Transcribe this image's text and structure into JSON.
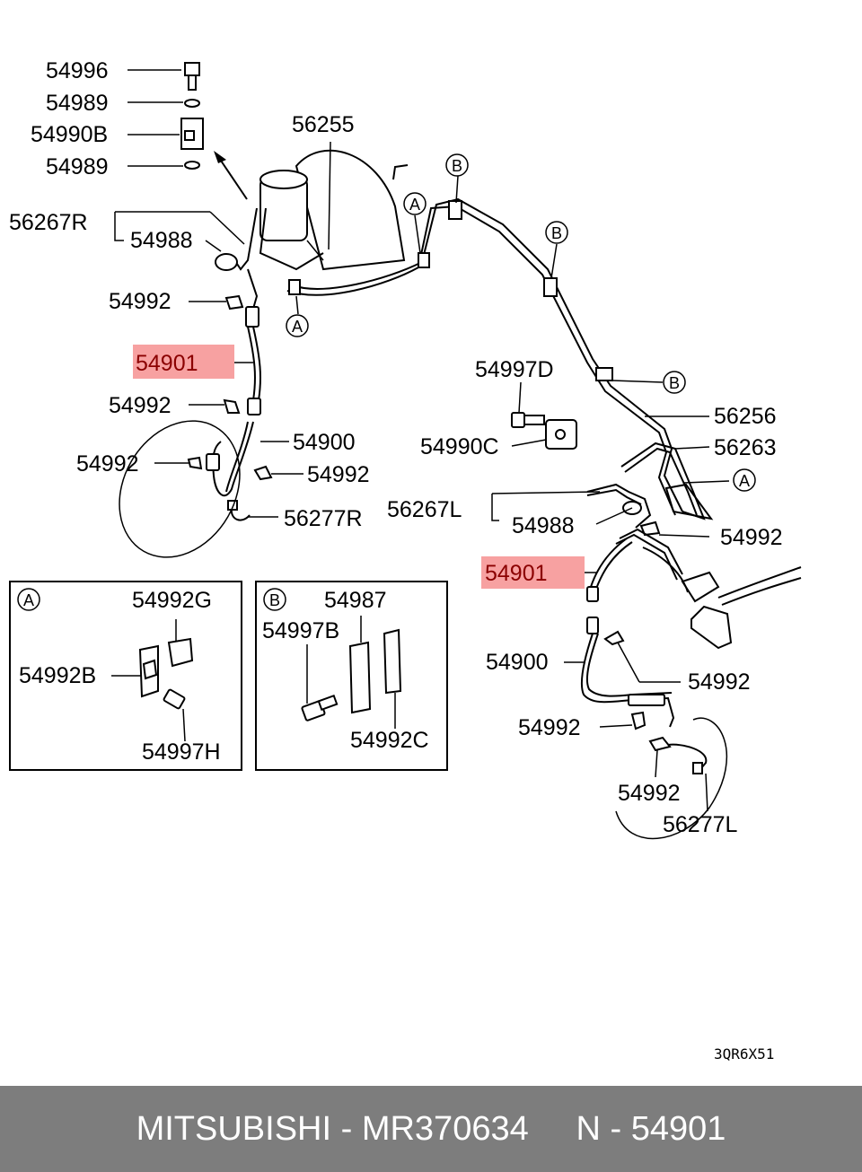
{
  "labels": {
    "p54996": "54996",
    "p54989_top": "54989",
    "p54990B": "54990B",
    "p54989_bot": "54989",
    "p56255": "56255",
    "p56267R": "56267R",
    "p54988_r": "54988",
    "p54992_1": "54992",
    "p54901_r": "54901",
    "p54992_2": "54992",
    "p54900_r": "54900",
    "p54992_3": "54992",
    "p54992_4": "54992",
    "p56277R": "56277R",
    "p54997D": "54997D",
    "p54990C": "54990C",
    "p56256": "56256",
    "p56263": "56263",
    "p56267L": "56267L",
    "p54988_l": "54988",
    "p54992_5": "54992",
    "p54901_l": "54901",
    "p54900_l": "54900",
    "p54992_6": "54992",
    "p54992_7": "54992",
    "p54992_8": "54992",
    "p56277L": "56277L",
    "boxA_54992G": "54992G",
    "boxA_54992B": "54992B",
    "boxA_54997H": "54997H",
    "boxB_54987": "54987",
    "boxB_54997B": "54997B",
    "boxB_54992C": "54992C",
    "ref_code": "3QR6X51"
  },
  "callouts": {
    "A": "A",
    "B": "B"
  },
  "highlight_color": "#f7a1a1",
  "footer": {
    "text": "MITSUBISHI - MR370634     N - 54901",
    "background": "#7d7d7d"
  }
}
